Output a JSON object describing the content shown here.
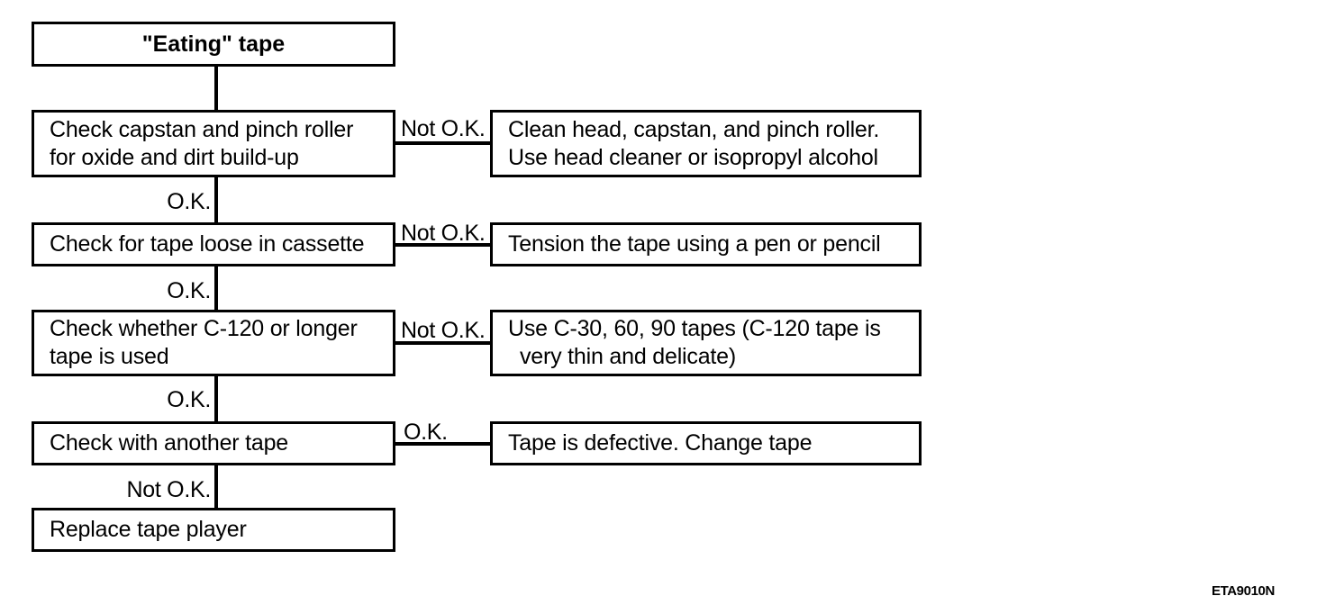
{
  "diagram": {
    "title": "\"Eating\" tape",
    "footer_code": "ETA9010N",
    "ink_color": "#000000",
    "background_color": "#ffffff",
    "nodes": {
      "start": {
        "text": "\"Eating\" tape"
      },
      "check1": {
        "line1": "Check capstan and pinch roller",
        "line2": "for oxide and dirt build-up"
      },
      "action1": {
        "line1": "Clean head, capstan, and pinch roller.",
        "line2": "Use head cleaner or isopropyl alcohol"
      },
      "check2": {
        "line1": "Check for tape loose in cassette"
      },
      "action2": {
        "line1": "Tension the tape using a pen or pencil"
      },
      "check3": {
        "line1": "Check whether C-120 or longer",
        "line2": "tape is used"
      },
      "action3": {
        "line1": "Use C-30, 60, 90 tapes (C-120 tape is",
        "line2": "very thin and delicate)"
      },
      "check4": {
        "line1": "Check with another tape"
      },
      "action4": {
        "line1": "Tape is defective. Change tape"
      },
      "end": {
        "line1": "Replace tape player"
      }
    },
    "edge_labels": {
      "check1_branch": "Not O.K.",
      "check1_down": "O.K.",
      "check2_branch": "Not O.K.",
      "check2_down": "O.K.",
      "check3_branch": "Not O.K.",
      "check3_down": "O.K.",
      "check4_branch": "O.K.",
      "check4_down": "Not O.K."
    }
  }
}
